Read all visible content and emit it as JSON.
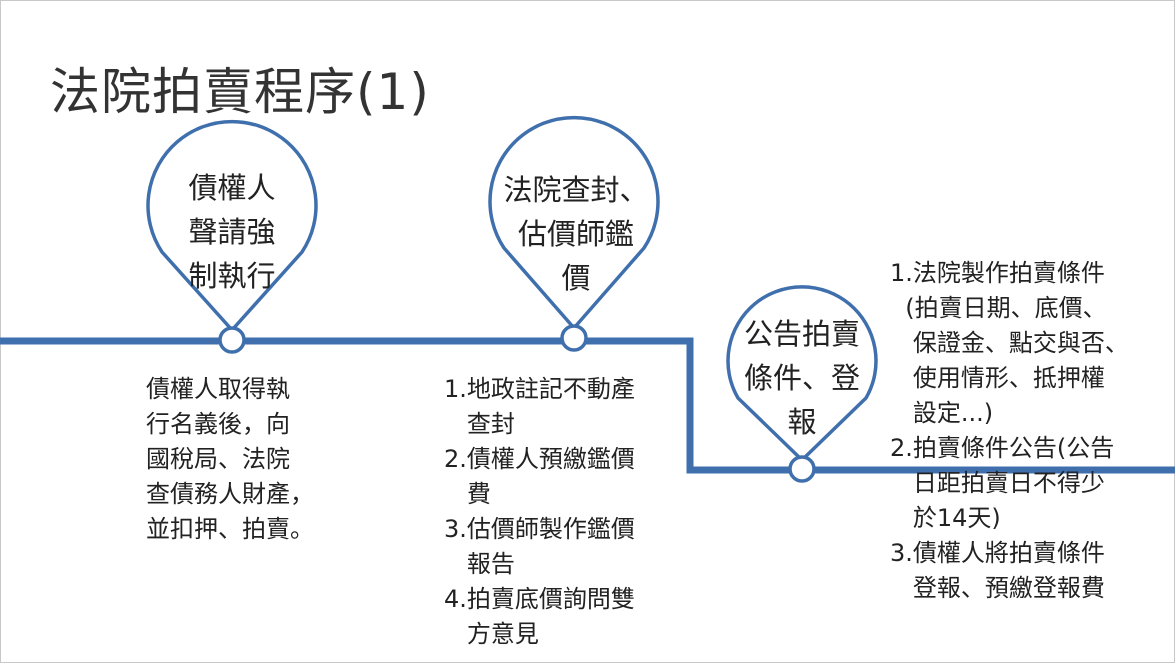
{
  "title": "法院拍賣程序(1)",
  "accent_color": "#3f6fac",
  "steps": [
    {
      "pin": [
        "債權人",
        "聲請強",
        "制執行"
      ],
      "details": "債權人取得執\n行名義後，向\n國稅局、法院\n查債務人財產，\n並扣押、拍賣。"
    },
    {
      "pin": [
        "法院查封、",
        "估價師鑑",
        "價"
      ],
      "details": "1.地政註記不動產\n   查封\n2.債權人預繳鑑價\n   費\n3.估價師製作鑑價\n   報告\n4.拍賣底價詢問雙\n   方意見"
    },
    {
      "pin": [
        "公告拍賣",
        "條件、登",
        "報"
      ],
      "details": "1.法院製作拍賣條件\n  (拍賣日期、底價、\n   保證金、點交與否、\n   使用情形、抵押權\n   設定...)\n2.拍賣條件公告(公告\n   日距拍賣日不得少\n   於14天)\n3.債權人將拍賣條件\n   登報、預繳登報費"
    }
  ]
}
